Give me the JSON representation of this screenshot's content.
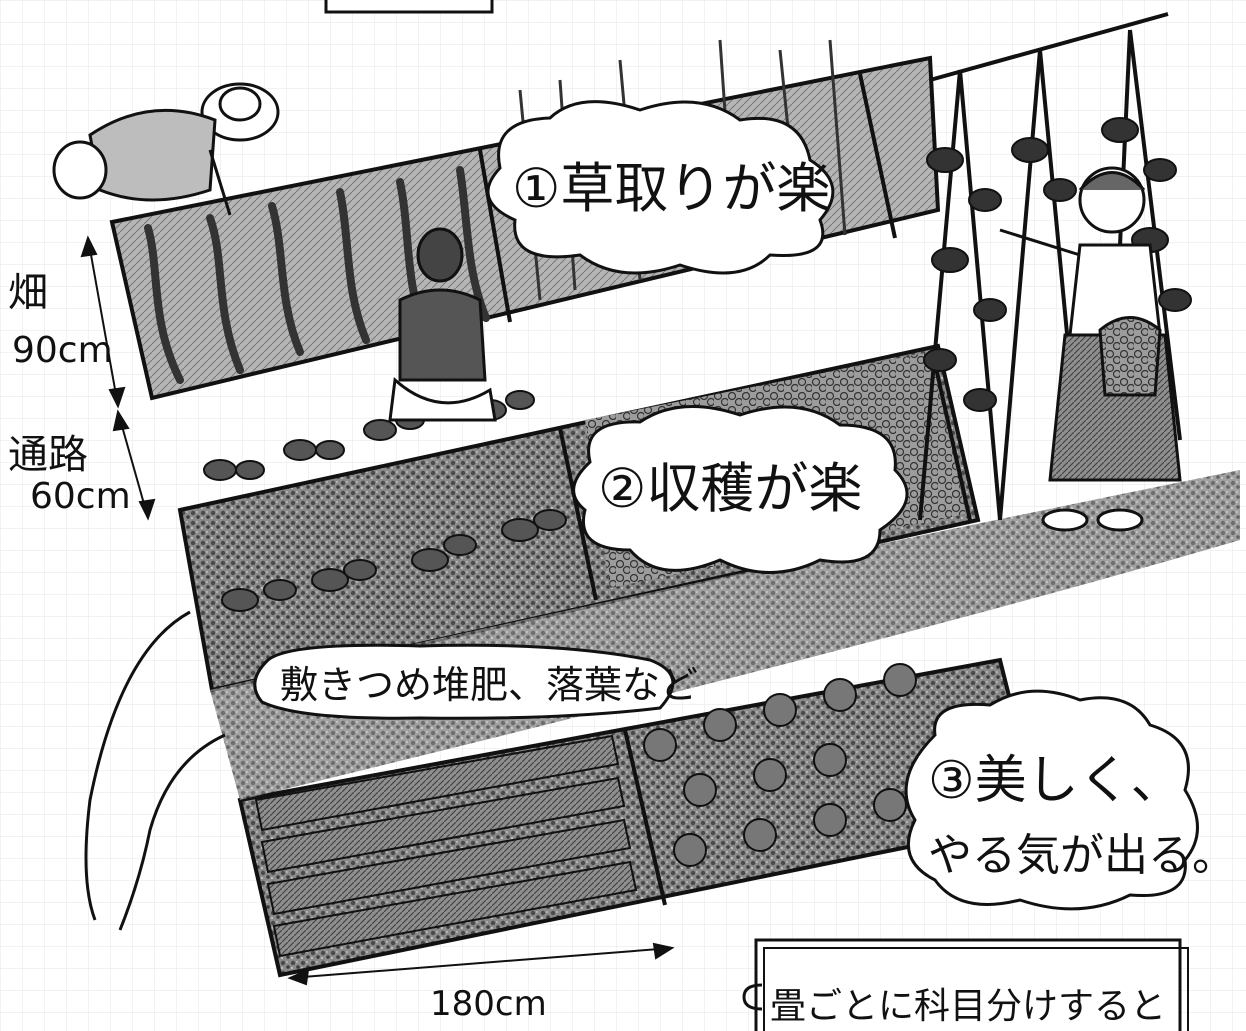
{
  "callouts": {
    "weeding": "①草取りが楽",
    "harvest": "②収穫が楽",
    "mulch": "敷きつめ堆肥、落葉など",
    "motivation_line1": "③美しく、",
    "motivation_line2": "やる気が出る。"
  },
  "dimensions": {
    "bed_label": "畑",
    "bed_width": "90cm",
    "path_label": "通路",
    "path_width": "60cm",
    "bed_length": "180cm"
  },
  "note": {
    "text": "畳ごとに科目分けすると"
  },
  "colors": {
    "ink": "#111111",
    "paper": "#ffffff",
    "mulch": "#6a6a6a",
    "foliage": "#3a3a3a"
  }
}
